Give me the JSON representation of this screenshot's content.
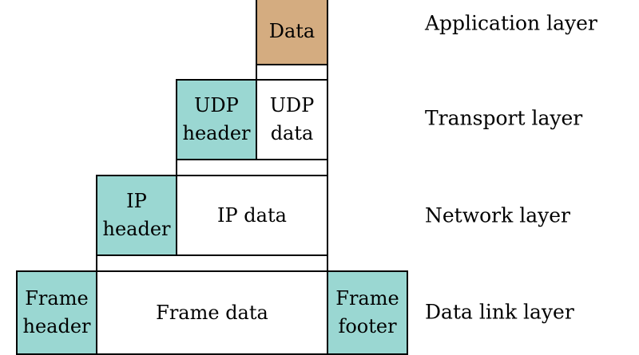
{
  "colors": {
    "data": "#D4AC80",
    "header": "#9AD7D2",
    "payload": "#FFFFFF",
    "stroke": "#000000"
  },
  "application": {
    "data": "Data",
    "label": "Application layer"
  },
  "transport": {
    "header": "UDP\nheader",
    "data": "UDP\ndata",
    "label": "Transport layer"
  },
  "network": {
    "header": "IP\nheader",
    "data": "IP data",
    "label": "Network layer"
  },
  "link": {
    "header": "Frame\nheader",
    "data": "Frame data",
    "footer": "Frame\nfooter",
    "label": "Data link layer"
  }
}
